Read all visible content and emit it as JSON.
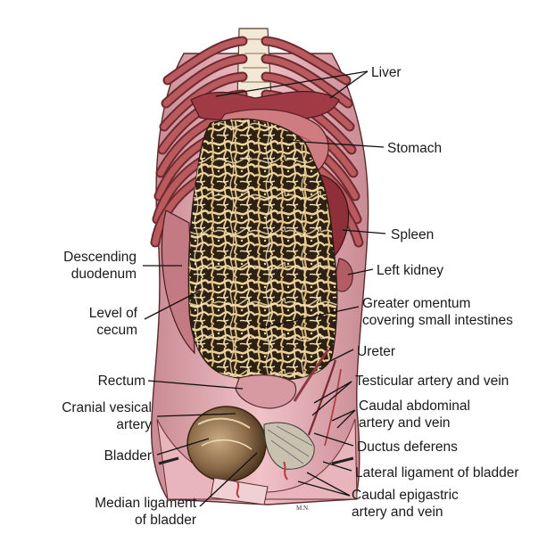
{
  "figure": {
    "artist_initials": "M.N.",
    "colors": {
      "rib": "#b95a5e",
      "rib_dark": "#6e2a2e",
      "cartilage": "#f3e8d6",
      "wall": "#e2a6ad",
      "omentum_fat": "#e8cf98",
      "omentum_dark": "#2a1c10",
      "stomach": "#cf7c80",
      "spleen": "#8e2f3a",
      "bladder": "#8f6f4e"
    },
    "labels": [
      {
        "id": "liver",
        "lines": [
          "Liver"
        ]
      },
      {
        "id": "stomach",
        "lines": [
          "Stomach"
        ]
      },
      {
        "id": "spleen",
        "lines": [
          "Spleen"
        ]
      },
      {
        "id": "left-kidney",
        "lines": [
          "Left kidney"
        ]
      },
      {
        "id": "greater-omentum",
        "lines": [
          "Greater omentum",
          "covering small intestines"
        ]
      },
      {
        "id": "ureter",
        "lines": [
          "Ureter"
        ]
      },
      {
        "id": "testicular-artery-vein",
        "lines": [
          "Testicular artery and vein"
        ]
      },
      {
        "id": "caudal-abdominal-artery-vein",
        "lines": [
          "Caudal abdominal",
          "artery and vein"
        ]
      },
      {
        "id": "ductus-deferens",
        "lines": [
          "Ductus deferens"
        ]
      },
      {
        "id": "lateral-ligament-bladder",
        "lines": [
          "Lateral ligament of bladder"
        ]
      },
      {
        "id": "caudal-epigastric-artery-vein",
        "lines": [
          "Caudal epigastric",
          "artery and vein"
        ]
      },
      {
        "id": "descending-duodenum",
        "lines": [
          "Descending",
          "duodenum"
        ]
      },
      {
        "id": "level-of-cecum",
        "lines": [
          "Level of",
          "cecum"
        ]
      },
      {
        "id": "rectum",
        "lines": [
          "Rectum"
        ]
      },
      {
        "id": "cranial-vesical-artery",
        "lines": [
          "Cranial vesical",
          "artery"
        ]
      },
      {
        "id": "bladder",
        "lines": [
          "Bladder"
        ]
      },
      {
        "id": "median-ligament-bladder",
        "lines": [
          "Median ligament",
          "of bladder"
        ]
      }
    ]
  }
}
